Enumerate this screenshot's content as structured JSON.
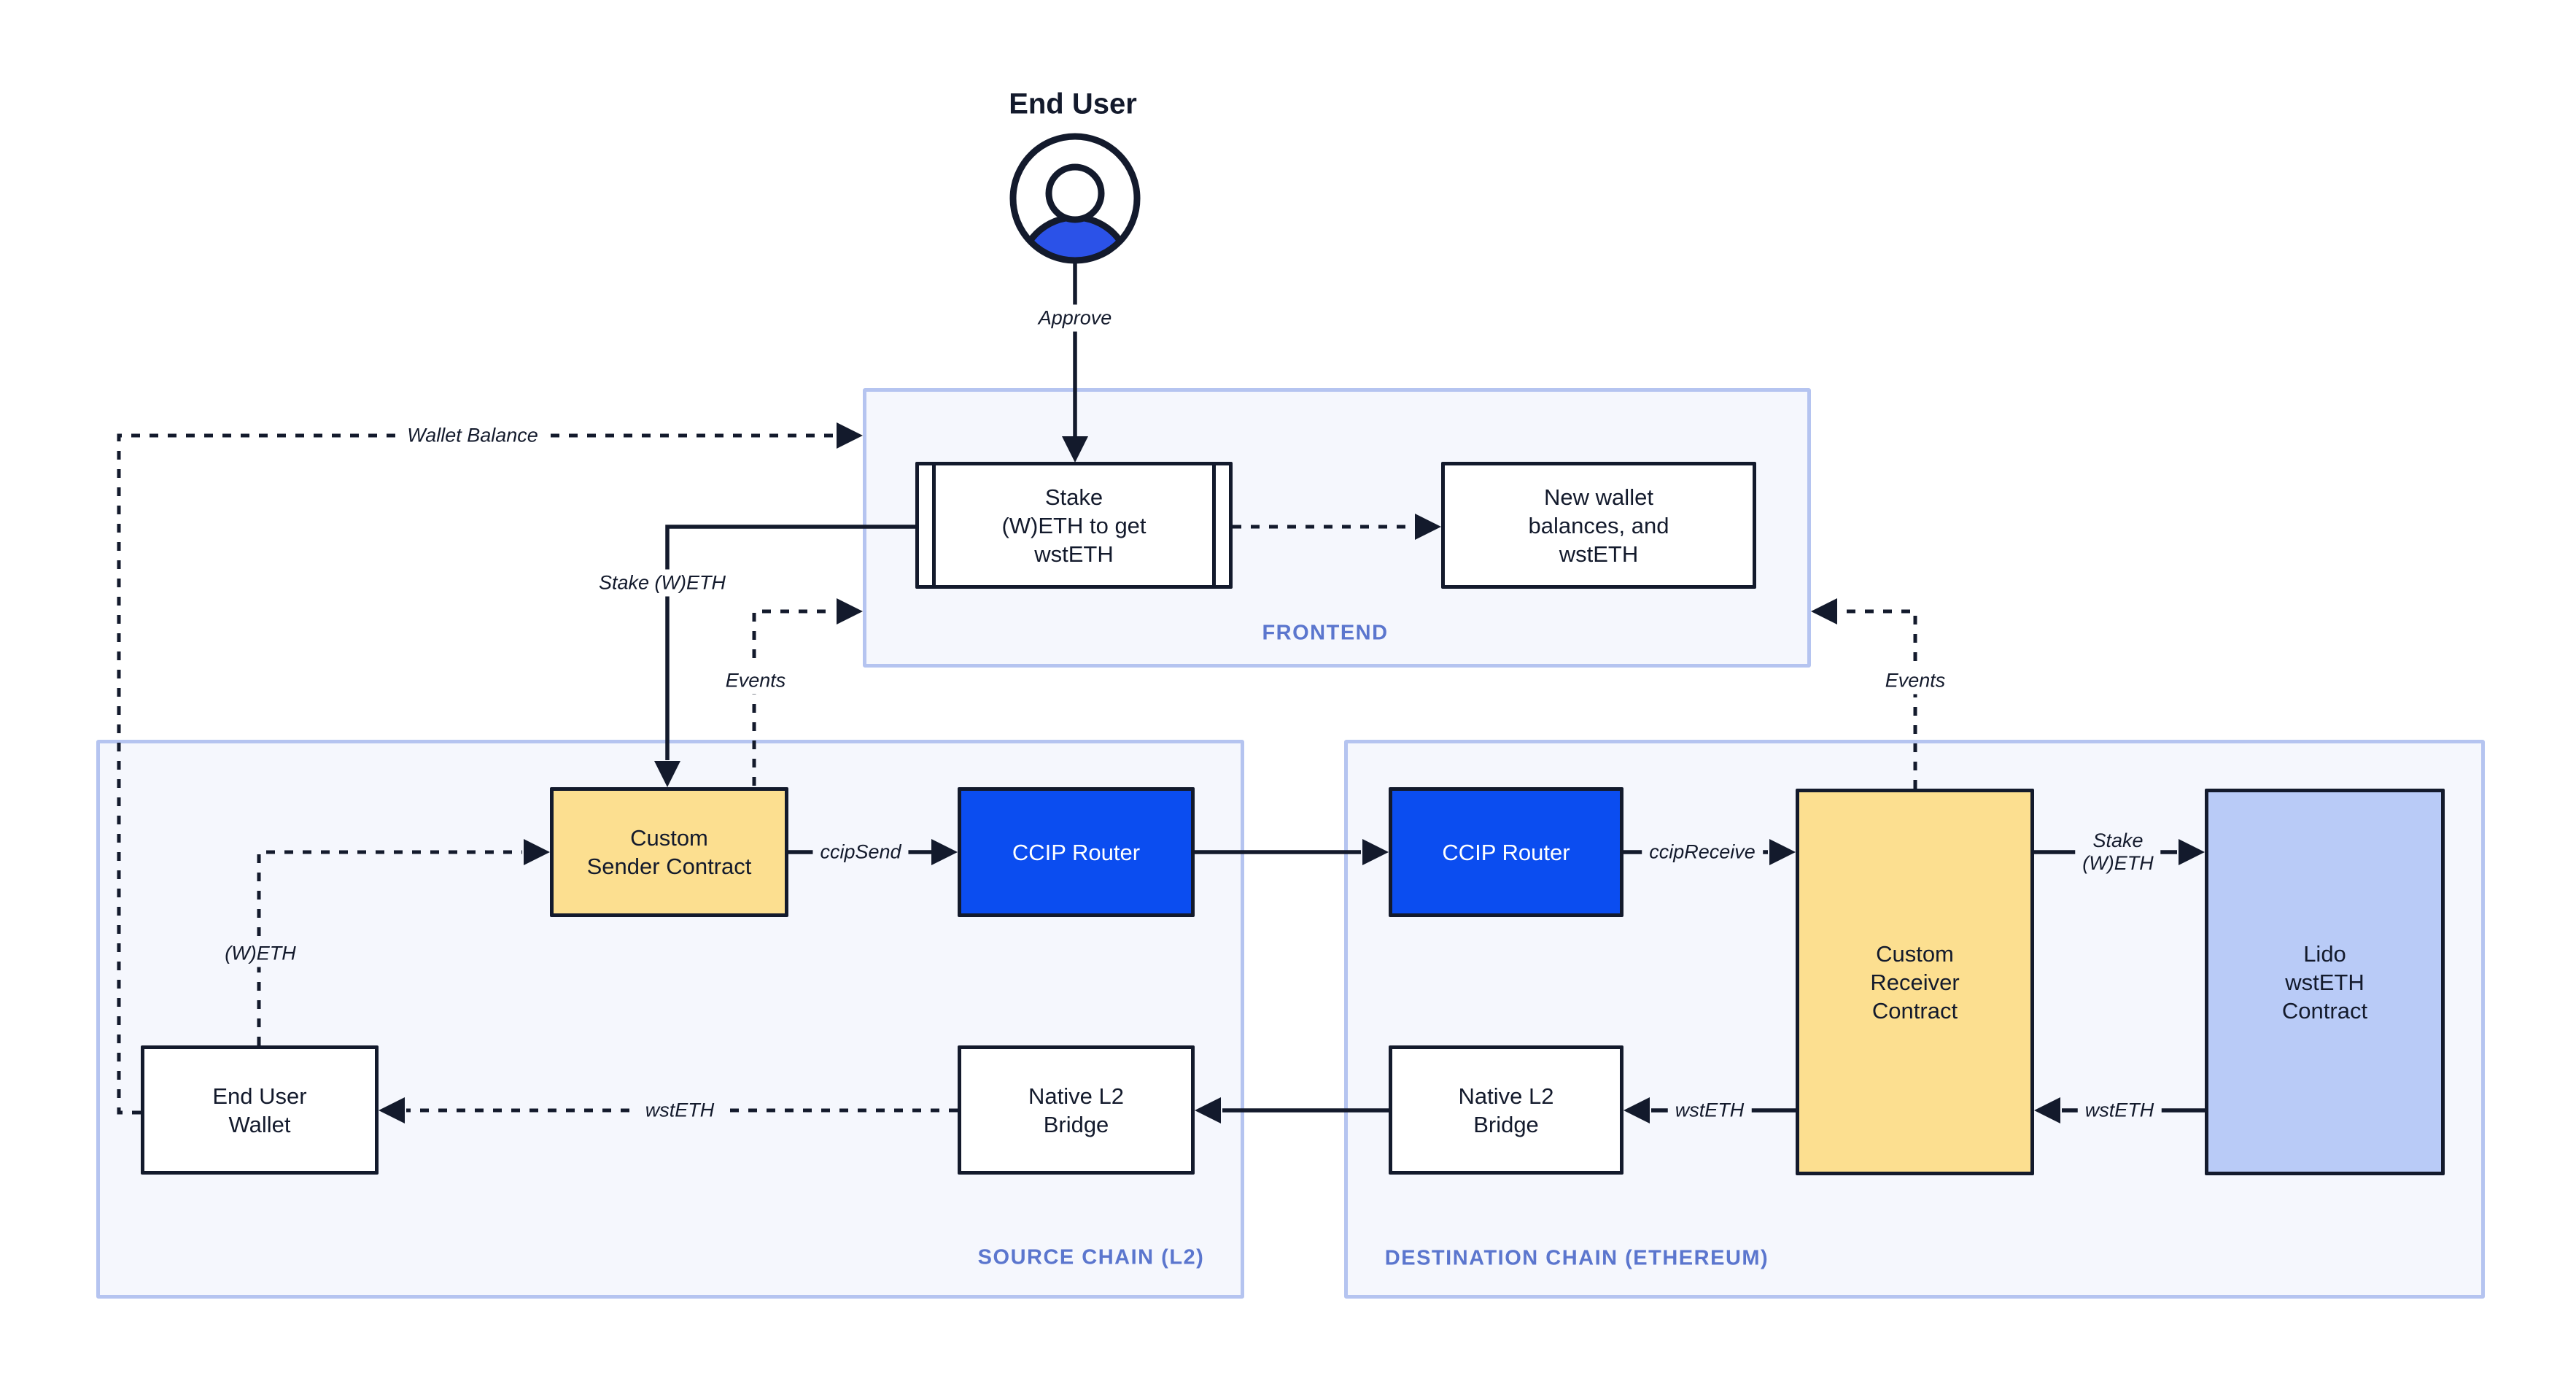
{
  "actor": {
    "title": "End User"
  },
  "frontend": {
    "label": "FRONTEND",
    "stake_box": "Stake\n(W)ETH to get\nwstETH",
    "new_wallet_box": "New wallet\nbalances, and\nwstETH"
  },
  "source_chain": {
    "label": "SOURCE CHAIN (L2)",
    "custom_sender": "Custom\nSender Contract",
    "ccip_router": "CCIP Router",
    "end_user_wallet": "End User\nWallet",
    "native_l2_bridge": "Native L2\nBridge"
  },
  "destination_chain": {
    "label": "DESTINATION CHAIN (ETHEREUM)",
    "ccip_router": "CCIP Router",
    "custom_receiver": "Custom\nReceiver\nContract",
    "lido": "Lido\nwstETH\nContract",
    "native_l2_bridge": "Native L2\nBridge"
  },
  "edge_labels": {
    "approve": "Approve",
    "wallet_balance": "Wallet Balance",
    "stake_weth": "Stake (W)ETH",
    "events_frontend": "Events",
    "events_receiver": "Events",
    "weth": "(W)ETH",
    "ccip_send": "ccipSend",
    "ccip_receive": "ccipReceive",
    "stake_weth_lido": "Stake\n(W)ETH",
    "wsteth_from_lido": "wstETH",
    "wsteth_to_bridge": "wstETH",
    "wsteth_to_wallet": "wstETH"
  },
  "colors": {
    "ink": "#131A2C",
    "ccip_blue": "#0B4DF0",
    "contract_yellow": "#FCDF90",
    "lido_periwinkle": "#B9CBF7",
    "container_fill": "#F5F7FD",
    "container_border": "#B5C4F0",
    "container_label_blue": "#5B76CE",
    "avatar_blue": "#2B52E8"
  }
}
